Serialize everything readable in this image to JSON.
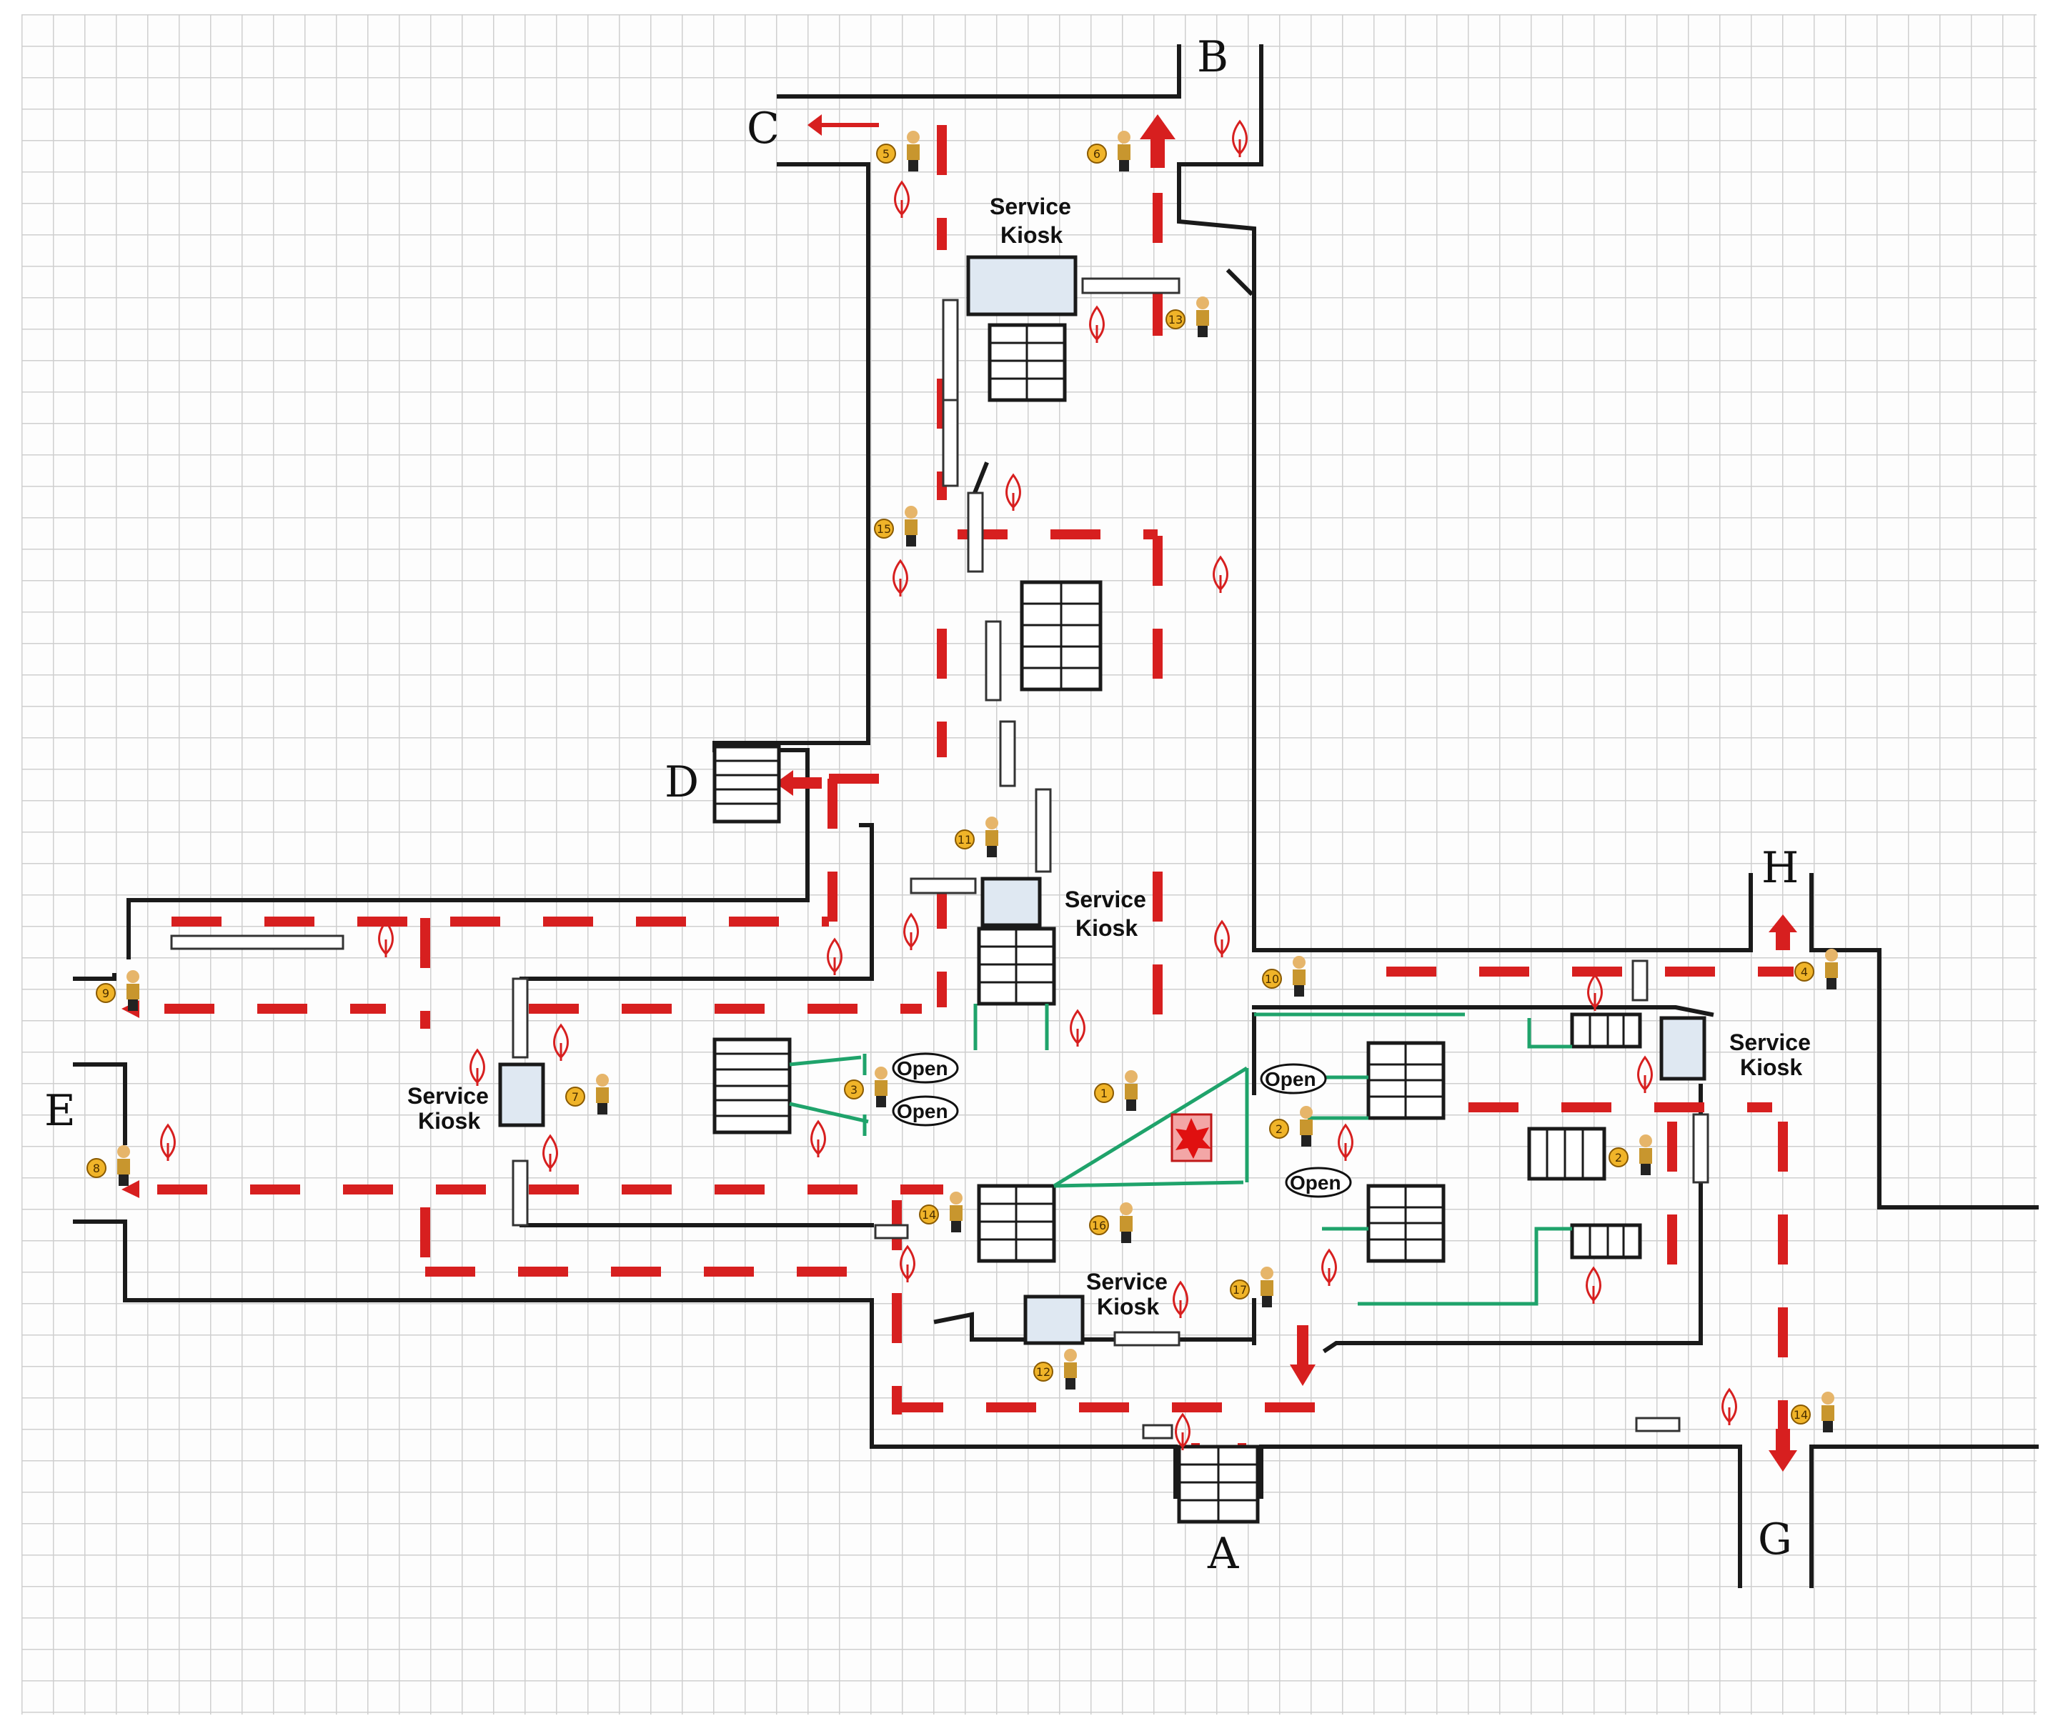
{
  "exits": [
    {
      "id": "A",
      "label": "A"
    },
    {
      "id": "B",
      "label": "B"
    },
    {
      "id": "C",
      "label": "C"
    },
    {
      "id": "D",
      "label": "D"
    },
    {
      "id": "E",
      "label": "E"
    },
    {
      "id": "G",
      "label": "G"
    },
    {
      "id": "H",
      "label": "H"
    }
  ],
  "kiosks": [
    {
      "id": "north",
      "line1": "Service",
      "line2": "Kiosk"
    },
    {
      "id": "center",
      "line1": "Service",
      "line2": "Kiosk"
    },
    {
      "id": "west",
      "line1": "Service",
      "line2": "Kiosk"
    },
    {
      "id": "south",
      "line1": "Service",
      "line2": "Kiosk"
    },
    {
      "id": "east",
      "line1": "Service",
      "line2": "Kiosk"
    }
  ],
  "gates": [
    {
      "id": "west-upper",
      "label": "Open"
    },
    {
      "id": "west-lower",
      "label": "Open"
    },
    {
      "id": "east-upper",
      "label": "Open"
    },
    {
      "id": "east-lower",
      "label": "Open"
    }
  ],
  "staff_badges": [
    "5",
    "6",
    "13",
    "15",
    "11",
    "9",
    "3",
    "8",
    "10",
    "1",
    "7",
    "14",
    "16",
    "2",
    "4",
    "2",
    "12",
    "17",
    "14"
  ],
  "colors": {
    "evacuation_route": "#d71f1f",
    "gate_line": "#1fa36b",
    "kiosk_fill": "#dfe8f2",
    "staff_badge": "#f0b429"
  },
  "icons": {
    "fire": "fire-hazard-icon",
    "staff": "staff-person-icon",
    "incident": "explosion-icon",
    "direction": "evacuation-arrow-icon"
  }
}
